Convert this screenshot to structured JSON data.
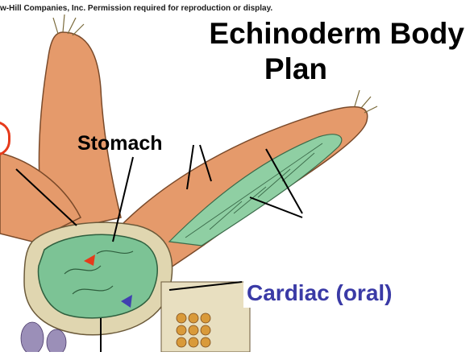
{
  "copyright_notice": "w-Hill Companies, Inc. Permission required for reproduction or display.",
  "title_line1": "Echinoderm Body",
  "title_line2": "Plan",
  "labels": {
    "stomach": "Stomach",
    "cardiac": "Cardiac (oral)"
  },
  "colors": {
    "arm_skin": "#e59a6b",
    "stomach_green": "#7cc395",
    "cardiac_text": "#3a3aa6",
    "red_marker": "#e63a1b",
    "blue_marker": "#4040b0"
  }
}
